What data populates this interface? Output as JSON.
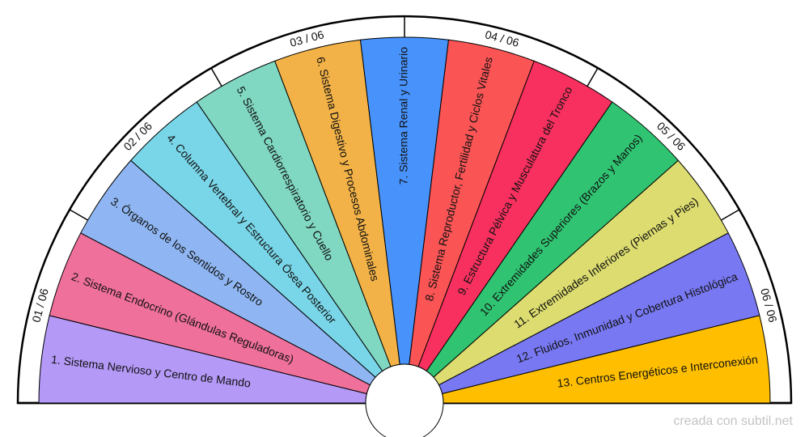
{
  "credit": "creada con subtil.net",
  "wheel": {
    "center_fill": "#ffffff",
    "ring_fill": "#ffffff",
    "line_color": "#000000",
    "segments": [
      {
        "label": "1. Sistema Nervioso y Centro de Mando",
        "color": "#b499f7"
      },
      {
        "label": "2. Sistema Endocrino (Glándulas Reguladoras)",
        "color": "#f0709c"
      },
      {
        "label": "3. Órganos de los Sentidos y Rostro",
        "color": "#8fb6f2"
      },
      {
        "label": "4. Columna Vertebral y Estructura Ósea Posterior",
        "color": "#79d6e8"
      },
      {
        "label": "5. Sistema Cardiorrespiratorio y Cuello",
        "color": "#80d8c2"
      },
      {
        "label": "6. Sistema Digestivo y Procesos Abdominales",
        "color": "#f2b247"
      },
      {
        "label": "7. Sistema Renal y Urinario",
        "color": "#4893fb"
      },
      {
        "label": "8. Sistema Reproductor, Fertilidad y Ciclos Vitales",
        "color": "#fa5455"
      },
      {
        "label": "9. Estructura Pélvica y Musculatura del Tronco",
        "color": "#f7305f"
      },
      {
        "label": "10. Extremidades Superiores (Brazos y Manos)",
        "color": "#30c472"
      },
      {
        "label": "11. Extremidades Inferiores (Piernas y Pies)",
        "color": "#dcdc70"
      },
      {
        "label": "12. Fluidos, Inmunidad y Cobertura Histológica",
        "color": "#7878f2"
      },
      {
        "label": "13. Centros Energéticos e Interconexión",
        "color": "#ffbf00"
      }
    ],
    "outer_labels": [
      "01 / 06",
      "02 / 06",
      "03 / 06",
      "04 / 06",
      "05 / 06",
      "06 / 06"
    ]
  }
}
